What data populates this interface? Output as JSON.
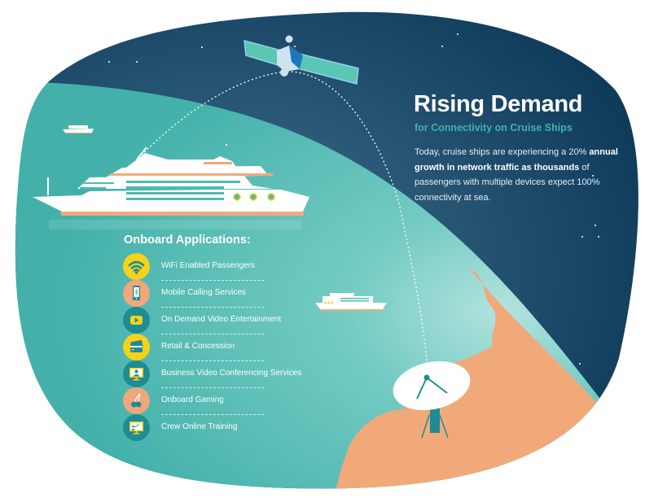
{
  "headline": {
    "title": "Rising Demand",
    "subtitle": "for Connectivity on Cruise Ships",
    "body_part1": "Today, cruise ships are experiencing a 20%",
    "body_bold": "annual growth in network traffic as thousands",
    "body_part2": "of passengers with multiple devices expect 100% connectivity at sea."
  },
  "applications": {
    "title": "Onboard Applications:",
    "items": [
      {
        "label": "WiFi Enabled Passengers",
        "icon": "wifi-icon",
        "icon_bg": "#f7d21a"
      },
      {
        "label": "Mobile Calling Services",
        "icon": "mobile-phone-icon",
        "icon_bg": "#f0a77c"
      },
      {
        "label": "On Demand Video Entertainment",
        "icon": "video-play-icon",
        "icon_bg": "#1e8c92"
      },
      {
        "label": "Retail & Concession",
        "icon": "credit-card-icon",
        "icon_bg": "#f7d21a"
      },
      {
        "label": "Business Video Conferencing Services",
        "icon": "video-conference-icon",
        "icon_bg": "#1e8c92"
      },
      {
        "label": "Onboard Gaming",
        "icon": "cherries-icon",
        "icon_bg": "#f0a77c"
      },
      {
        "label": "Crew Online Training",
        "icon": "training-presentation-icon",
        "icon_bg": "#1e8c92"
      }
    ]
  },
  "colors": {
    "space": "#123f5e",
    "ocean": "#4fbab2",
    "land": "#f2a97a",
    "accent_teal": "#3fb3a8",
    "yellow": "#f7d21a",
    "dark_teal": "#1e8c92"
  }
}
